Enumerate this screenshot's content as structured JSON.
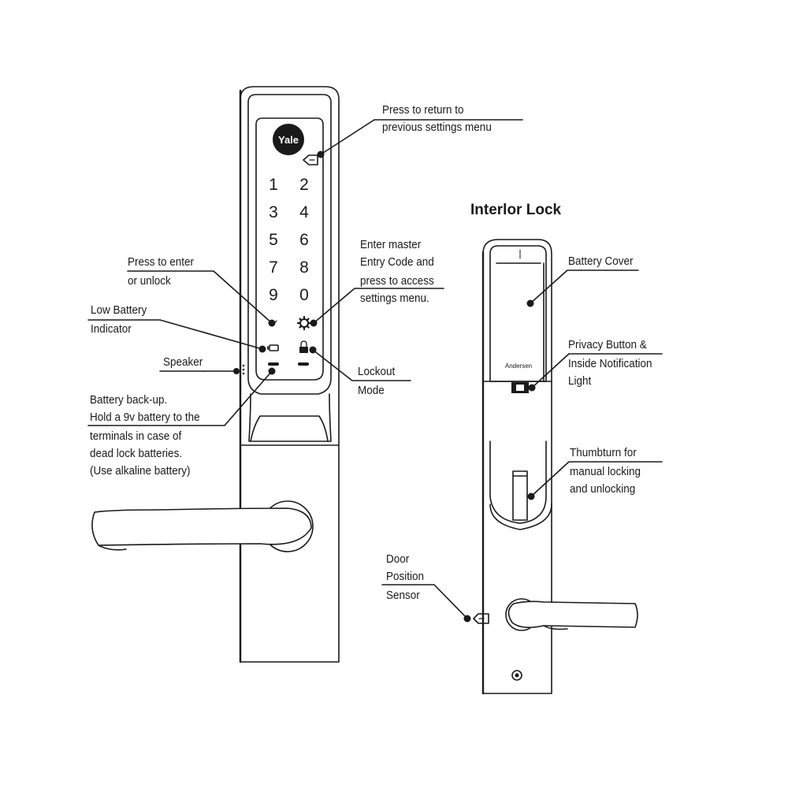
{
  "interior_title": "Interlor Lock",
  "brand_logo": "Yale",
  "interior_brand": "Andersen",
  "keypad": {
    "keys": [
      "1",
      "2",
      "3",
      "4",
      "5",
      "6",
      "7",
      "8",
      "9",
      "0"
    ],
    "check_symbol": "✓"
  },
  "exterior_callouts": {
    "return": [
      "Press to return to",
      "previous settings menu"
    ],
    "enter_unlock": [
      "Press to enter",
      "or unlock"
    ],
    "master_code": [
      "Enter master",
      "Entry Code and",
      "press to access",
      "settings menu."
    ],
    "low_battery": [
      "Low Battery",
      "Indicator"
    ],
    "speaker": [
      "Speaker"
    ],
    "lockout": [
      "Lockout",
      "Mode"
    ],
    "backup": [
      "Battery back-up.",
      "Hold a 9v battery to the",
      "terminals in case of",
      "dead lock batteries.",
      "(Use alkaline battery)"
    ]
  },
  "interior_callouts": {
    "battery_cover": [
      "Battery Cover"
    ],
    "privacy": [
      "Privacy Button &",
      "Inside Notification",
      "Light"
    ],
    "thumbturn": [
      "Thumbturn for",
      "manual locking",
      "and unlocking"
    ],
    "door_sensor": [
      "Door",
      "Position",
      "Sensor"
    ]
  }
}
